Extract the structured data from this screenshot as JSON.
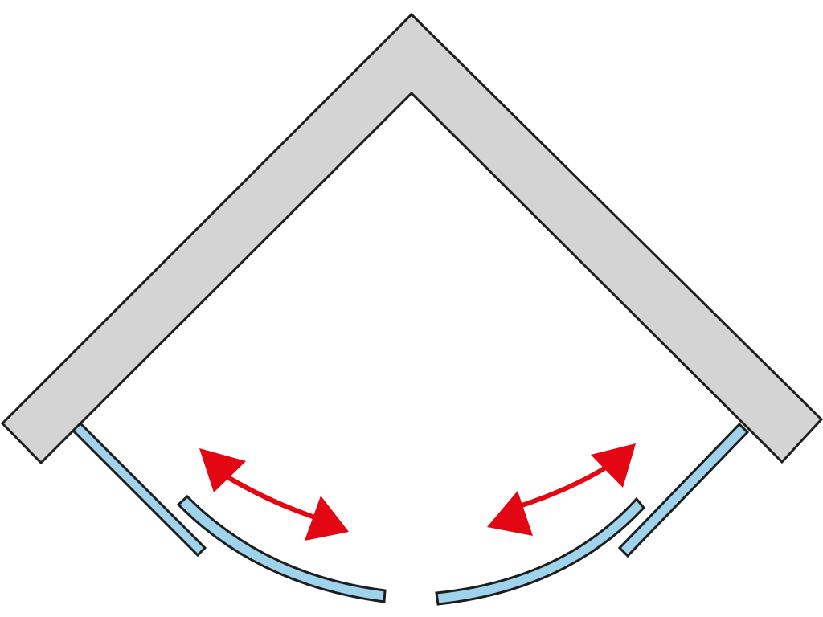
{
  "diagram": {
    "description_type": "shower-enclosure-plan-view",
    "colors": {
      "wall_fill": "#d4d4d4",
      "outline": "#1e1e1e",
      "glass_fill": "#9fd3ec",
      "arrow_fill": "#e30613",
      "background": "#ffffff"
    },
    "components": {
      "wall": "corner-wall",
      "fixed_panels": [
        "fixed-glass-panel-left",
        "fixed-glass-panel-right"
      ],
      "sliding_doors": [
        "curved-sliding-door-left",
        "curved-sliding-door-right"
      ],
      "motion_arrows": [
        "double-arrow-left",
        "double-arrow-right"
      ]
    }
  }
}
